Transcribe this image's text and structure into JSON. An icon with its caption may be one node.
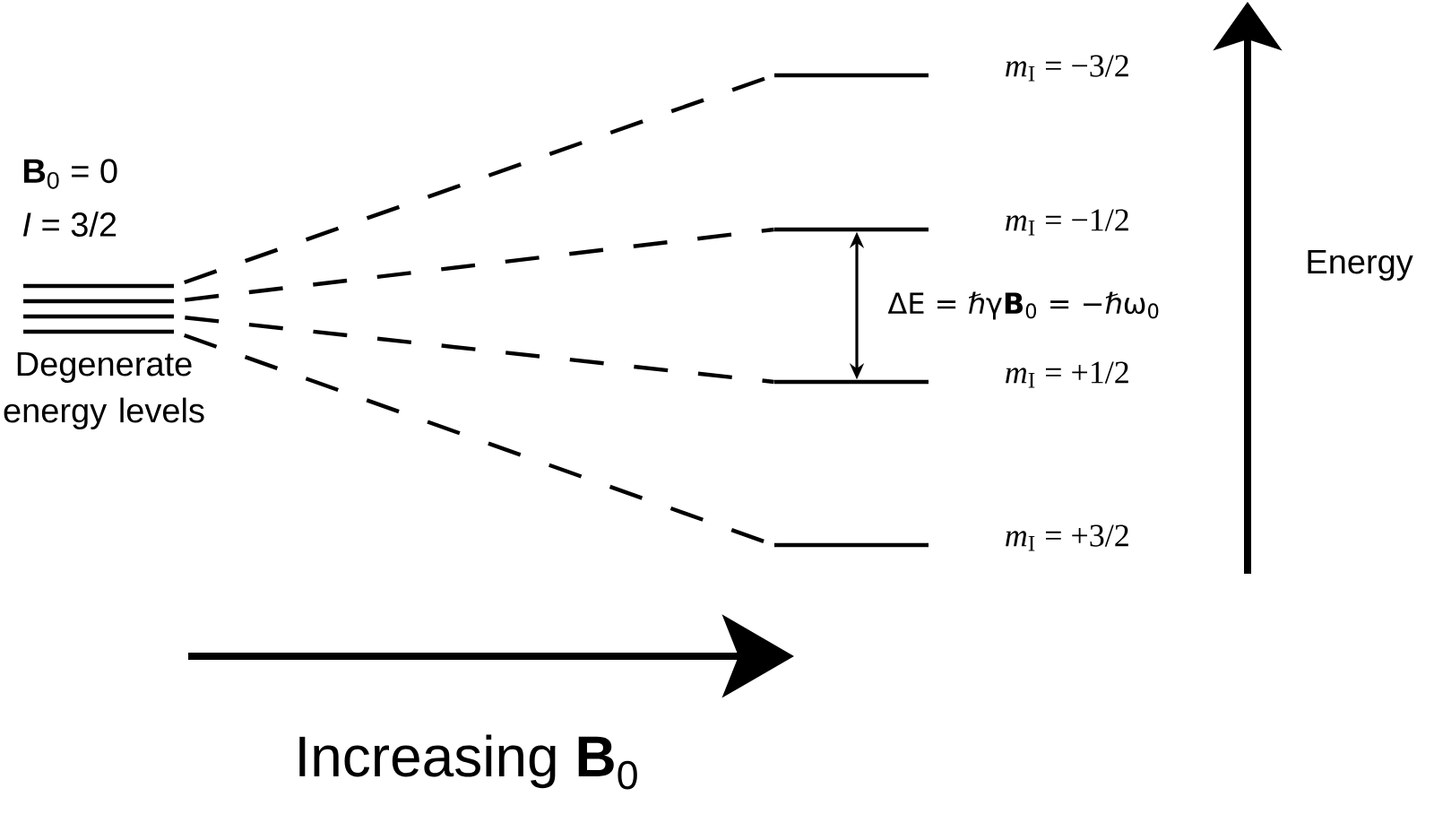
{
  "diagram": {
    "nodes": [
      {
        "text": [],
        "shape": "line"
      },
      {
        "text": [],
        "shape": "line"
      },
      {
        "text": [],
        "shape": "line"
      },
      {
        "text": [],
        "shape": "line"
      },
      {
        "text": [],
        "shape": "line",
        "beside": [
          "*m*$_{I}$ = −3/2"
        ]
      },
      {
        "text": [],
        "shape": "line",
        "beside": [
          "*m*$_{I}$ = −1/2"
        ]
      },
      {
        "text": [],
        "shape": "line",
        "beside": [
          "*m*$_{I}$ = +1/2"
        ]
      },
      {
        "text": [],
        "shape": "line",
        "beside": [
          "*m*$_{I}$ = +3/2"
        ]
      }
    ],
    "edges": [
      {
        "from": 0,
        "to": 4,
        "arrow": "none",
        "style": "dashed"
      },
      {
        "from": 1,
        "to": 5,
        "arrow": "none",
        "style": "dashed"
      },
      {
        "from": 2,
        "to": 6,
        "arrow": "none",
        "style": "dashed"
      },
      {
        "from": 3,
        "to": 7,
        "arrow": "none",
        "style": "dashed"
      },
      {
        "from": 5,
        "to": 6,
        "arrow": "both",
        "label": "ΔE = ℏγ**B**$_{0}$ = −ℏω$_{0}$"
      }
    ],
    "labels": [
      "**B**$_{0}$ = 0",
      "*I* = 3/2",
      "Degenerate energy levels",
      "Energy",
      "Increasing **B**$_{0}$"
    ]
  }
}
